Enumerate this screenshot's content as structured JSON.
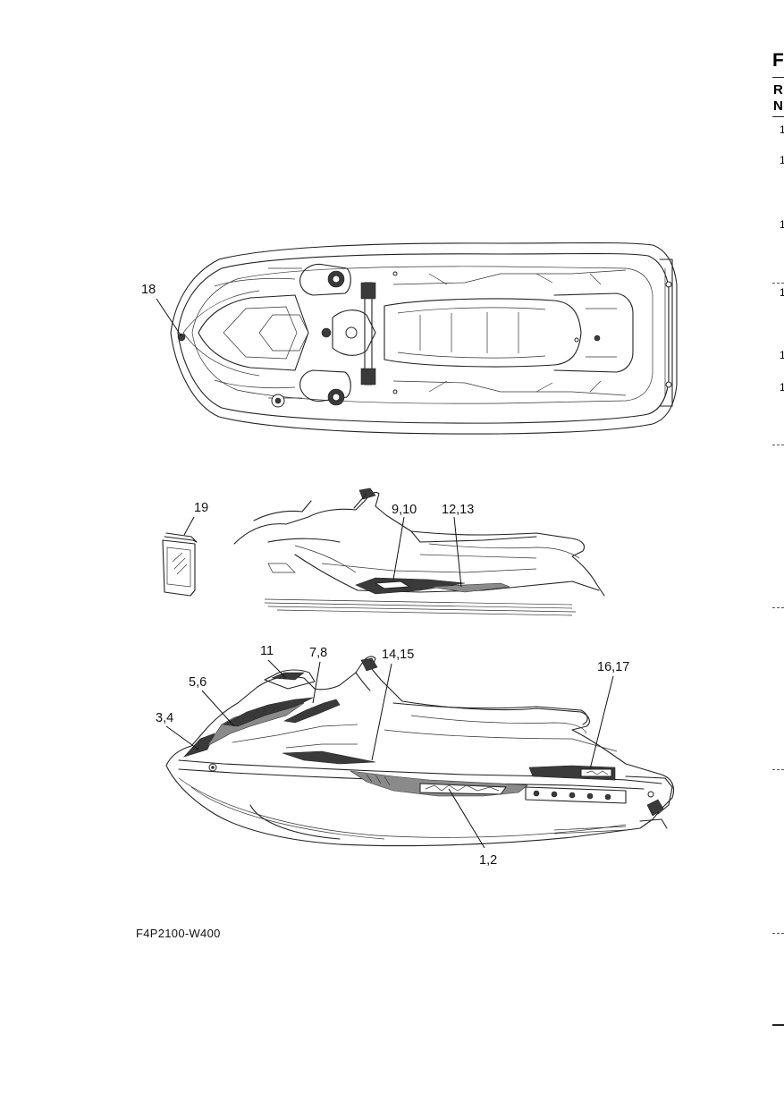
{
  "callouts": {
    "c18": "18",
    "c19": "19",
    "c9_10": "9,10",
    "c12_13": "12,13",
    "c11": "11",
    "c7_8": "7,8",
    "c14_15": "14,15",
    "c16_17": "16,17",
    "c5_6": "5,6",
    "c3_4": "3,4",
    "c1_2": "1,2"
  },
  "figure_code": "F4P2100-W400",
  "right_edge": {
    "heading_letter": "F",
    "header_line_1": "R",
    "header_line_2": "N",
    "row_numbers": [
      "1",
      "1",
      "1",
      "1",
      "1",
      "1"
    ]
  }
}
